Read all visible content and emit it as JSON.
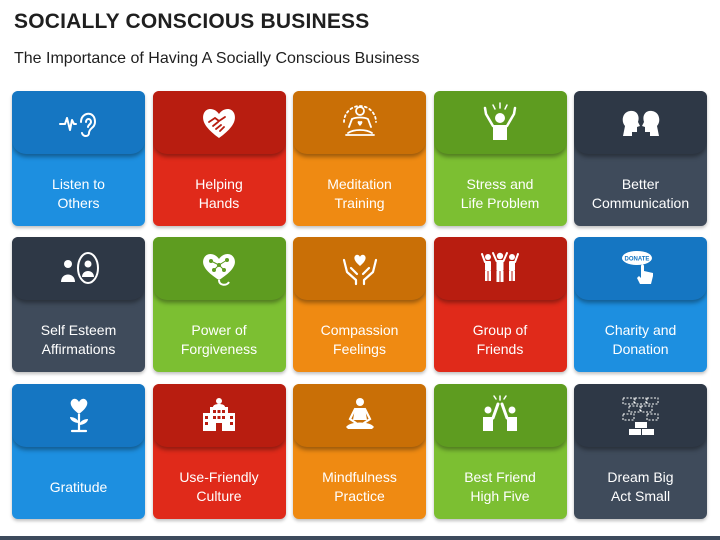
{
  "title": "SOCIALLY CONSCIOUS BUSINESS",
  "subtitle": "The Importance of Having A Socially Conscious Business",
  "cards": [
    {
      "line1": "Listen to",
      "line2": "Others",
      "icon": "ear-icon",
      "base": "#1d8fe0",
      "top": "#1576c2"
    },
    {
      "line1": "Helping",
      "line2": "Hands",
      "icon": "heart-handshake-icon",
      "base": "#e02a1a",
      "top": "#b81d10"
    },
    {
      "line1": "Meditation",
      "line2": "Training",
      "icon": "meditation-icon",
      "base": "#ef8a12",
      "top": "#c96f06"
    },
    {
      "line1": "Stress and",
      "line2": "Life Problem",
      "icon": "stressed-person-icon",
      "base": "#7cbf32",
      "top": "#5e9c20"
    },
    {
      "line1": "Better",
      "line2": "Communication",
      "icon": "two-heads-icon",
      "base": "#3f4b5b",
      "top": "#2e3846"
    },
    {
      "line1": "Self Esteem",
      "line2": "Affirmations",
      "icon": "mirror-person-icon",
      "base": "#3f4b5b",
      "top": "#2e3846"
    },
    {
      "line1": "Power of",
      "line2": "Forgiveness",
      "icon": "heart-network-icon",
      "base": "#7cbf32",
      "top": "#5e9c20"
    },
    {
      "line1": "Compassion",
      "line2": "Feelings",
      "icon": "hands-heart-icon",
      "base": "#ef8a12",
      "top": "#c96f06"
    },
    {
      "line1": "Group of",
      "line2": "Friends",
      "icon": "group-people-icon",
      "base": "#e02a1a",
      "top": "#b81d10"
    },
    {
      "line1": "Charity and",
      "line2": "Donation",
      "icon": "donate-button-icon",
      "base": "#1d8fe0",
      "top": "#1576c2"
    },
    {
      "line1": "Gratitude",
      "line2": "",
      "icon": "heart-plant-icon",
      "base": "#1d8fe0",
      "top": "#1576c2"
    },
    {
      "line1": "Use-Friendly",
      "line2": "Culture",
      "icon": "building-icon",
      "base": "#e02a1a",
      "top": "#b81d10"
    },
    {
      "line1": "Mindfulness",
      "line2": "Practice",
      "icon": "meditation-pose-icon",
      "base": "#ef8a12",
      "top": "#c96f06"
    },
    {
      "line1": "Best Friend",
      "line2": "High Five",
      "icon": "high-five-icon",
      "base": "#7cbf32",
      "top": "#5e9c20"
    },
    {
      "line1": "Dream Big",
      "line2": "Act Small",
      "icon": "brick-blocks-icon",
      "base": "#3f4b5b",
      "top": "#2e3846"
    }
  ],
  "donate_label": "DONATE"
}
